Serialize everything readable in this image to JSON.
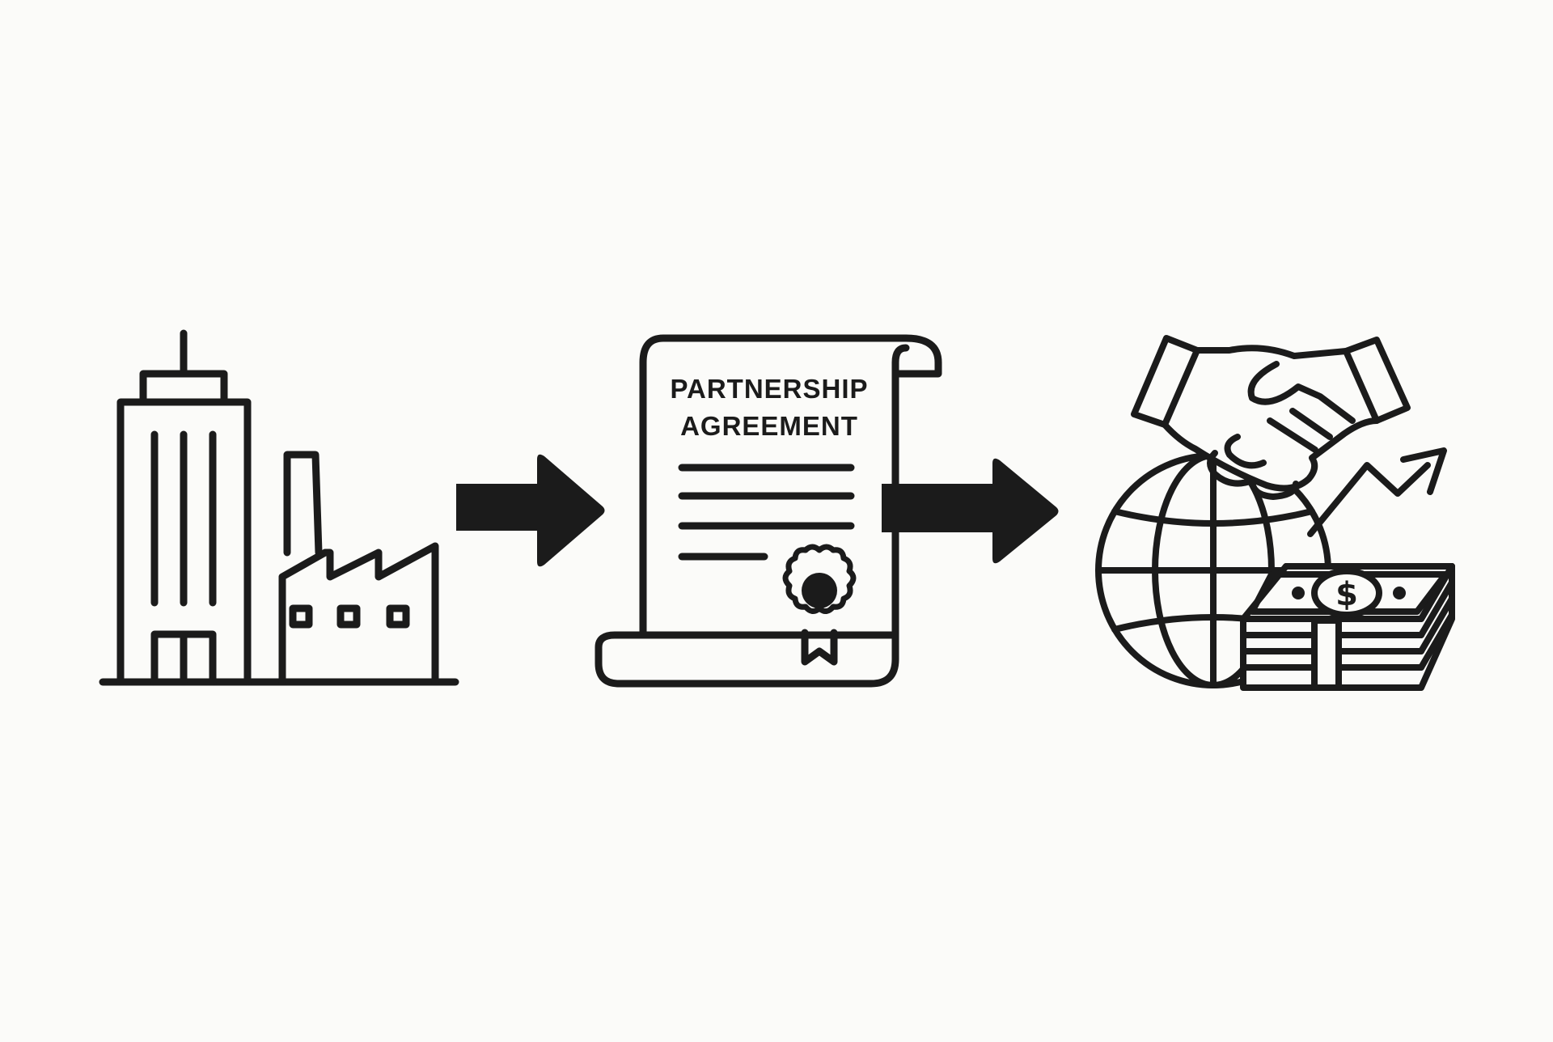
{
  "diagram": {
    "stages": [
      {
        "id": "companies",
        "icon": "office-building-and-factory-icon"
      },
      {
        "id": "agreement",
        "icon": "partnership-agreement-scroll-icon"
      },
      {
        "id": "outcome",
        "icon": "global-handshake-money-growth-icon"
      }
    ],
    "connectors": [
      {
        "from": "companies",
        "to": "agreement",
        "icon": "right-arrow-icon"
      },
      {
        "from": "agreement",
        "to": "outcome",
        "icon": "right-arrow-icon"
      }
    ],
    "document": {
      "title_line1": "PARTNERSHIP",
      "title_line2": "AGREEMENT"
    },
    "money": {
      "symbol": "$"
    }
  },
  "colors": {
    "background": "#fbfbf9",
    "ink": "#1b1b1b"
  }
}
